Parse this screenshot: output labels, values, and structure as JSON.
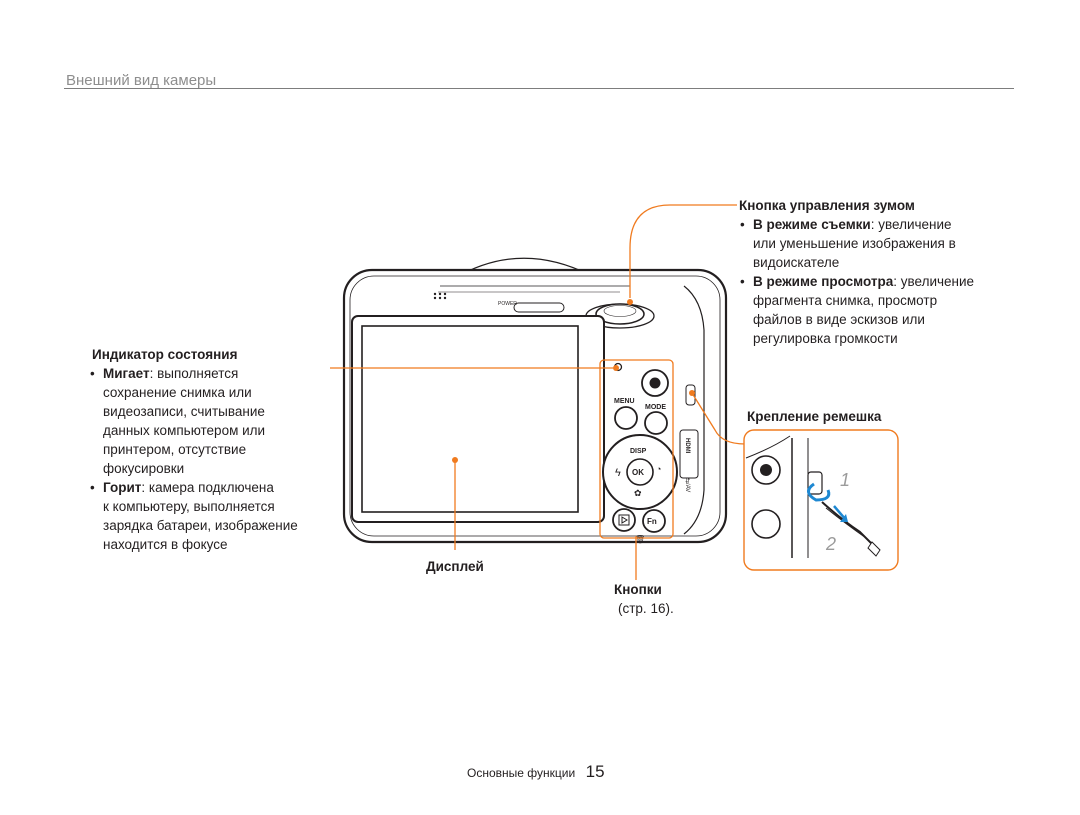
{
  "page": {
    "section_title": "Внешний вид камеры",
    "footer_text": "Основные функции",
    "page_number": "15"
  },
  "callouts": {
    "zoom": {
      "title": "Кнопка управления зумом",
      "items": [
        {
          "term": "В режиме съемки",
          "lines": [
            ": увеличение",
            "или уменьшение изображения в",
            "видоискателе"
          ]
        },
        {
          "term": "В режиме просмотра",
          "lines": [
            ": увеличение",
            "фрагмента снимка, просмотр",
            "файлов в виде эскизов или",
            "регулировка громкости"
          ]
        }
      ]
    },
    "status": {
      "title": "Индикатор состояния",
      "items": [
        {
          "term": "Мигает",
          "lines": [
            ": выполняется",
            "сохранение снимка или",
            "видеозаписи, считывание",
            "данных компьютером или",
            "принтером, отсутствие",
            "фокусировки"
          ]
        },
        {
          "term": "Горит",
          "lines": [
            ": камера подключена",
            "к компьютеру, выполняется",
            "зарядка батареи, изображение",
            "находится в фокусе"
          ]
        }
      ]
    },
    "strap": {
      "title": "Крепление ремешка"
    },
    "display": {
      "title": "Дисплей"
    },
    "buttons": {
      "title": "Кнопки",
      "ref": "(стр. 16)."
    }
  },
  "camera": {
    "power_label": "POWER",
    "menu_label": "MENU",
    "mode_label": "MODE",
    "disp_label": "DISP",
    "ok_label": "OK",
    "fn_label": "Fn",
    "hdmi_label": "HDMI",
    "usb_label": "⇆/AV"
  },
  "strap_inset": {
    "step1": "1",
    "step2": "2"
  },
  "colors": {
    "accent": "#f07b1f",
    "outline": "#231f20",
    "arrow_blue": "#1e88d2"
  }
}
